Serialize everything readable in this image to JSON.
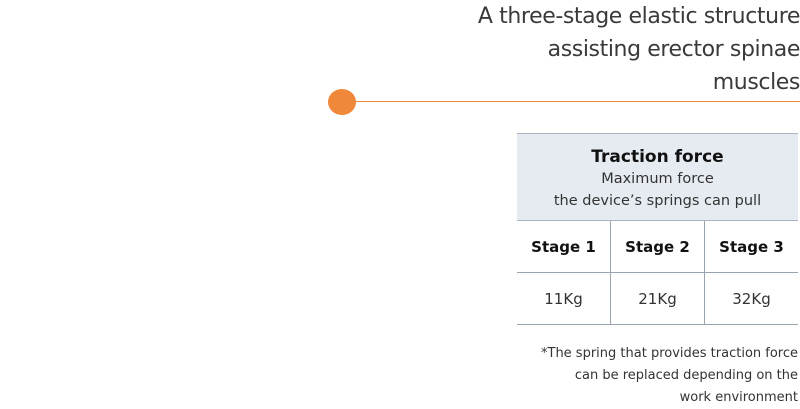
{
  "headline": {
    "lines": [
      "A three-stage elastic structure",
      "assisting erector spinae",
      "muscles"
    ]
  },
  "colors": {
    "accent": "#f0883a",
    "table_header_bg": "#e6ebf1",
    "table_border": "#9aa4ae"
  },
  "table": {
    "title": "Traction force",
    "subtitle_lines": [
      "Maximum force",
      "the device’s springs can pull"
    ],
    "columns": [
      "Stage 1",
      "Stage 2",
      "Stage 3"
    ],
    "values": [
      "11Kg",
      "21Kg",
      "32Kg"
    ]
  },
  "footnote": {
    "lines": [
      "*The spring that provides traction force",
      "can be replaced depending on the",
      "work environment"
    ]
  }
}
